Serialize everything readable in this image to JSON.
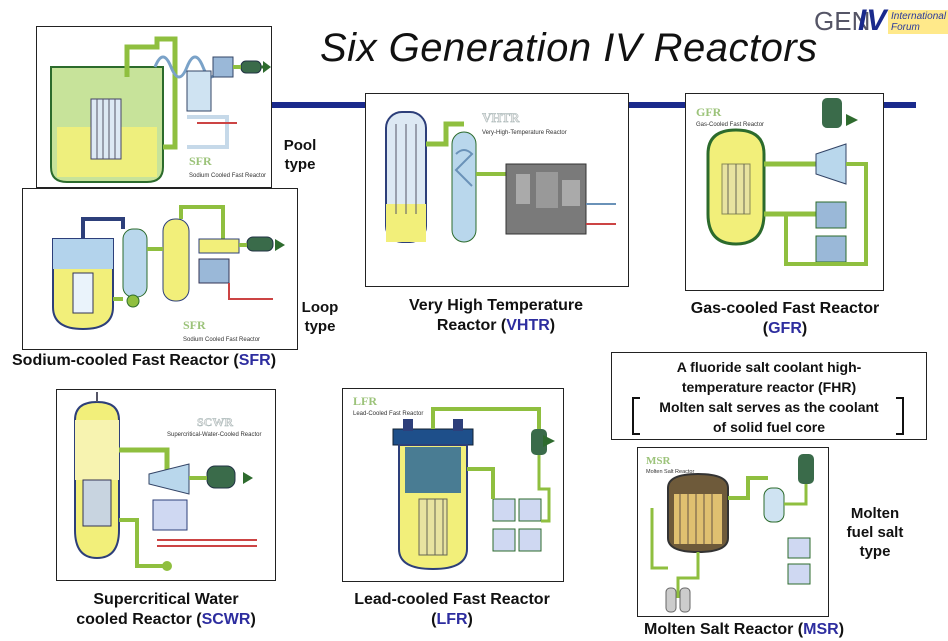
{
  "slide": {
    "title": "Six Generation IV Reactors",
    "logo": {
      "gen": "GEN",
      "iv": "IV",
      "intl": "International Forum"
    }
  },
  "side_labels": {
    "pool": "Pool type",
    "loop": "Loop type",
    "molten": "Molten fuel salt type"
  },
  "reactors": {
    "sfr": {
      "name": "Sodium-cooled Fast Reactor (",
      "abbr": "SFR",
      "close": ")",
      "pool_tag": "SFR",
      "pool_caption": "Sodium Cooled Fast Reactor",
      "loop_tag": "SFR",
      "loop_caption": "Sodium Cooled Fast Reactor"
    },
    "vhtr": {
      "line1": "Very High Temperature",
      "line2": "Reactor (",
      "abbr": "VHTR",
      "close": ")",
      "tag": "VHTR",
      "caption": "Very-High-Temperature Reactor"
    },
    "gfr": {
      "line1": "Gas-cooled Fast Reactor",
      "open": "(",
      "abbr": "GFR",
      "close": ")",
      "tag": "GFR",
      "caption": "Gas-Cooled Fast Reactor"
    },
    "scwr": {
      "line1": "Supercritical Water",
      "line2": "cooled Reactor  (",
      "abbr": "SCWR",
      "close": ")",
      "tag": "SCWR",
      "caption": "Supercritical-Water-Cooled Reactor"
    },
    "lfr": {
      "line1": "Lead-cooled Fast Reactor",
      "open": "(",
      "abbr": "LFR",
      "close": ")",
      "tag": "LFR",
      "caption": "Lead-Cooled Fast Reactor"
    },
    "msr": {
      "name": "Molten Salt Reactor (",
      "abbr": "MSR",
      "close": ")",
      "tag": "MSR",
      "caption": "Molten Salt Reactor"
    }
  },
  "fhr_box": {
    "line1": "A fluoride salt coolant high-",
    "line2": "temperature reactor (FHR)",
    "line3": "Molten salt serves as the coolant",
    "line4": "of solid fuel core"
  },
  "colors": {
    "accent_bar": "#1a2a8c",
    "abbr": "#2d2d9f",
    "pipe_green": "#8fbf3f",
    "vessel_yellow": "#f2ef7a",
    "vessel_blue": "#a8c8e8",
    "heat_exchanger": "#9ab8d8"
  }
}
